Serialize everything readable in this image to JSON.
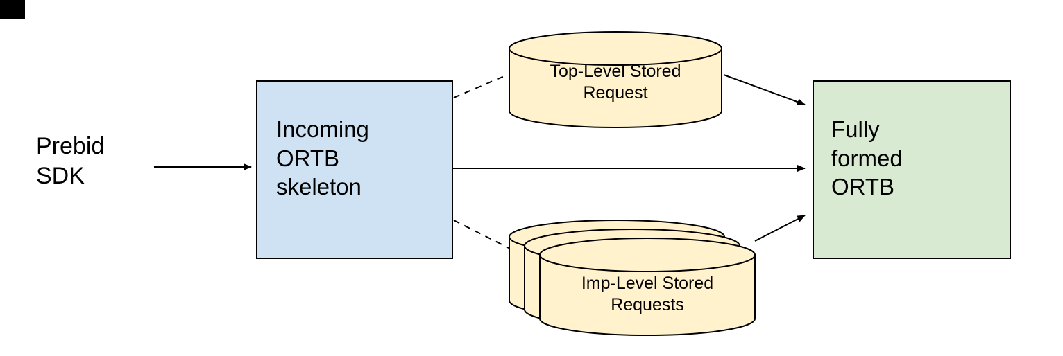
{
  "colors": {
    "background": "#ffffff",
    "box_blue": "#cfe2f3",
    "box_green": "#d9ead3",
    "cylinder_yellow": "#fff2cc",
    "stroke": "#000000",
    "corner_mark": "#000000"
  },
  "nodes": {
    "prebid_sdk": {
      "label": "Prebid\nSDK"
    },
    "incoming_ortb": {
      "label": "Incoming\nORTB\nskeleton"
    },
    "top_level_stored_request": {
      "label": "Top-Level Stored\nRequest"
    },
    "imp_level_stored_requests": {
      "label": "Imp-Level Stored\nRequests"
    },
    "fully_formed_ortb": {
      "label": "Fully\nformed\nORTB"
    }
  },
  "edges": [
    {
      "from": "prebid_sdk",
      "to": "incoming_ortb",
      "style": "solid-arrow"
    },
    {
      "from": "incoming_ortb",
      "to": "top_level_stored_request",
      "style": "dashed"
    },
    {
      "from": "incoming_ortb",
      "to": "fully_formed_ortb",
      "style": "solid-arrow"
    },
    {
      "from": "incoming_ortb",
      "to": "imp_level_stored_requests",
      "style": "dashed"
    },
    {
      "from": "top_level_stored_request",
      "to": "fully_formed_ortb",
      "style": "solid-arrow"
    },
    {
      "from": "imp_level_stored_requests",
      "to": "fully_formed_ortb",
      "style": "solid-arrow"
    }
  ]
}
